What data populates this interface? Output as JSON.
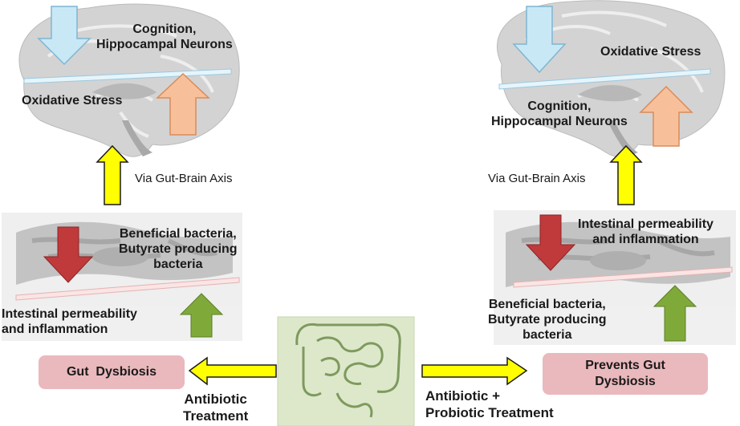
{
  "left": {
    "brain": {
      "top_label": "Cognition,\nHippocampal Neurons",
      "bottom_label": "Oxidative Stress"
    },
    "axis_label": "Via Gut-Brain Axis",
    "gut": {
      "top_label": "Beneficial bacteria,\nButyrate producing\nbacteria",
      "bottom_label": "Intestinal permeability\nand inflammation"
    },
    "outcome": "Gut  Dysbiosis",
    "treatment": "Antibiotic\nTreatment"
  },
  "right": {
    "brain": {
      "top_label": "Oxidative Stress",
      "bottom_label": "Cognition,\nHippocampal Neurons"
    },
    "axis_label": "Via Gut-Brain Axis",
    "gut": {
      "top_label": "Intestinal permeability\nand inflammation",
      "bottom_label": "Beneficial bacteria,\nButyrate producing\nbacteria"
    },
    "outcome": "Prevents Gut\nDysbiosis",
    "treatment": "Antibiotic +\nProbiotic Treatment"
  },
  "colors": {
    "decrease_arrow_brain": "#c9e8f6",
    "increase_arrow_brain": "#f8c09a",
    "decrease_arrow_gut": "#c0393b",
    "increase_arrow_gut": "#7faa3a",
    "axis_arrow": "#ffff00",
    "outcome_box": "#eab9bd",
    "intestine_panel": "#dde8cb"
  }
}
